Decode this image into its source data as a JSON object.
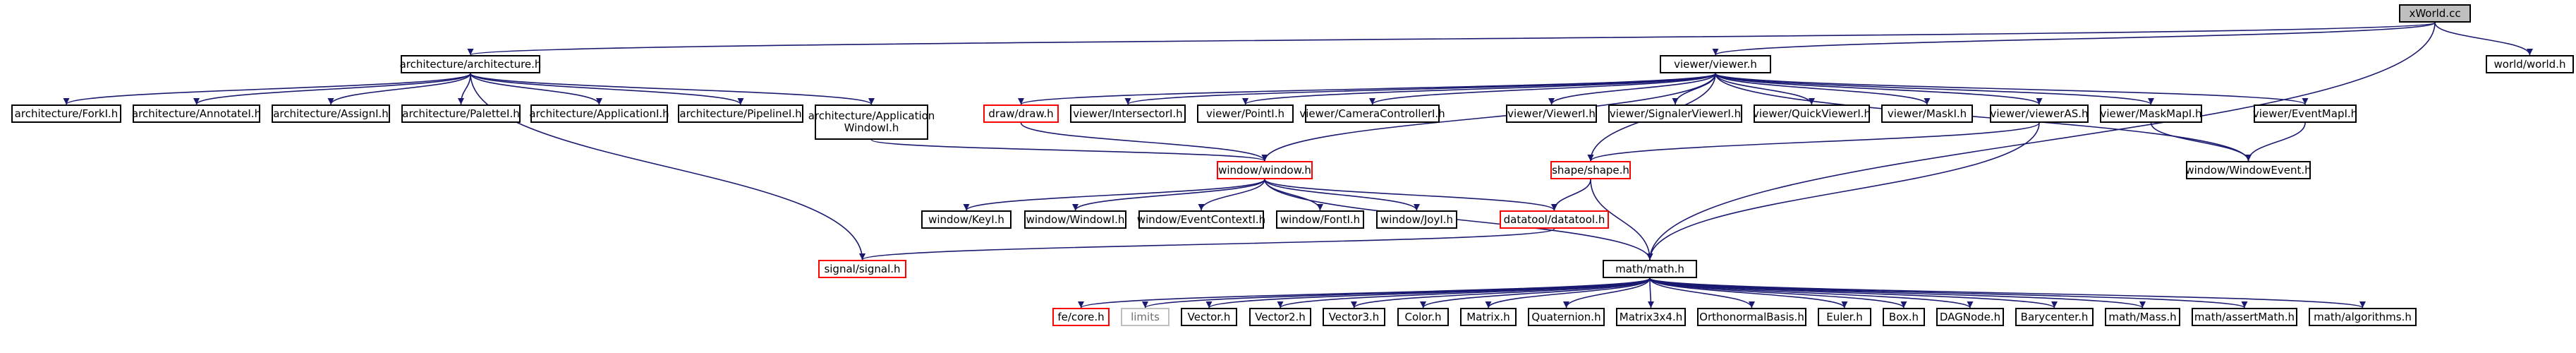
{
  "colors": {
    "edge": "#191970",
    "border": "#000000",
    "incomplete_border": "#ff0000",
    "external_border": "#bfbfbf",
    "root_fill": "#bfbfbf"
  },
  "nodes": [
    {
      "id": "xworld",
      "label": "xWorld.cc",
      "style": "root"
    },
    {
      "id": "architecture",
      "label": "architecture/architecture.h",
      "style": "normal"
    },
    {
      "id": "viewer",
      "label": "viewer/viewer.h",
      "style": "normal"
    },
    {
      "id": "world",
      "label": "world/world.h",
      "style": "normal"
    },
    {
      "id": "forkI",
      "label": "architecture/ForkI.h",
      "style": "normal"
    },
    {
      "id": "annotateI",
      "label": "architecture/AnnotateI.h",
      "style": "normal"
    },
    {
      "id": "assignI",
      "label": "architecture/AssignI.h",
      "style": "normal"
    },
    {
      "id": "paletteI",
      "label": "architecture/PaletteI.h",
      "style": "normal"
    },
    {
      "id": "applicationI",
      "label": "architecture/ApplicationI.h",
      "style": "normal"
    },
    {
      "id": "pipelineI",
      "label": "architecture/PipelineI.h",
      "style": "normal"
    },
    {
      "id": "appWindowI",
      "label": "architecture/Application WindowI.h",
      "style": "normal"
    },
    {
      "id": "draw",
      "label": "draw/draw.h",
      "style": "incomplete"
    },
    {
      "id": "intersectorI",
      "label": "viewer/IntersectorI.h",
      "style": "normal"
    },
    {
      "id": "pointI",
      "label": "viewer/PointI.h",
      "style": "normal"
    },
    {
      "id": "cameraControllerI",
      "label": "viewer/CameraControllerI.h",
      "style": "normal"
    },
    {
      "id": "viewerI",
      "label": "viewer/ViewerI.h",
      "style": "normal"
    },
    {
      "id": "signalerViewerI",
      "label": "viewer/SignalerViewerI.h",
      "style": "normal"
    },
    {
      "id": "quickViewerI",
      "label": "viewer/QuickViewerI.h",
      "style": "normal"
    },
    {
      "id": "maskI",
      "label": "viewer/MaskI.h",
      "style": "normal"
    },
    {
      "id": "viewerAS",
      "label": "viewer/viewerAS.h",
      "style": "normal"
    },
    {
      "id": "maskMapI",
      "label": "viewer/MaskMapI.h",
      "style": "normal"
    },
    {
      "id": "eventMapI",
      "label": "viewer/EventMapI.h",
      "style": "normal"
    },
    {
      "id": "window",
      "label": "window/window.h",
      "style": "incomplete"
    },
    {
      "id": "shape",
      "label": "shape/shape.h",
      "style": "incomplete"
    },
    {
      "id": "windowEvent",
      "label": "window/WindowEvent.h",
      "style": "normal"
    },
    {
      "id": "keyI",
      "label": "window/KeyI.h",
      "style": "normal"
    },
    {
      "id": "windowI",
      "label": "window/WindowI.h",
      "style": "normal"
    },
    {
      "id": "eventContextI",
      "label": "window/EventContextI.h",
      "style": "normal"
    },
    {
      "id": "fontI",
      "label": "window/FontI.h",
      "style": "normal"
    },
    {
      "id": "joyI",
      "label": "window/JoyI.h",
      "style": "normal"
    },
    {
      "id": "datatool",
      "label": "datatool/datatool.h",
      "style": "incomplete"
    },
    {
      "id": "signal",
      "label": "signal/signal.h",
      "style": "incomplete"
    },
    {
      "id": "math",
      "label": "math/math.h",
      "style": "normal"
    },
    {
      "id": "fecore",
      "label": "fe/core.h",
      "style": "incomplete"
    },
    {
      "id": "limits",
      "label": "limits",
      "style": "external"
    },
    {
      "id": "vector",
      "label": "Vector.h",
      "style": "normal"
    },
    {
      "id": "vector2",
      "label": "Vector2.h",
      "style": "normal"
    },
    {
      "id": "vector3",
      "label": "Vector3.h",
      "style": "normal"
    },
    {
      "id": "color",
      "label": "Color.h",
      "style": "normal"
    },
    {
      "id": "matrix",
      "label": "Matrix.h",
      "style": "normal"
    },
    {
      "id": "quaternion",
      "label": "Quaternion.h",
      "style": "normal"
    },
    {
      "id": "matrix3x4",
      "label": "Matrix3x4.h",
      "style": "normal"
    },
    {
      "id": "orthonormal",
      "label": "OrthonormalBasis.h",
      "style": "normal"
    },
    {
      "id": "euler",
      "label": "Euler.h",
      "style": "normal"
    },
    {
      "id": "box",
      "label": "Box.h",
      "style": "normal"
    },
    {
      "id": "dagnode",
      "label": "DAGNode.h",
      "style": "normal"
    },
    {
      "id": "barycenter",
      "label": "Barycenter.h",
      "style": "normal"
    },
    {
      "id": "mass",
      "label": "math/Mass.h",
      "style": "normal"
    },
    {
      "id": "assertMath",
      "label": "math/assertMath.h",
      "style": "normal"
    },
    {
      "id": "algorithms",
      "label": "math/algorithms.h",
      "style": "normal"
    }
  ],
  "edges": [
    [
      "xworld",
      "architecture"
    ],
    [
      "xworld",
      "viewer"
    ],
    [
      "xworld",
      "world"
    ],
    [
      "xworld",
      "math"
    ],
    [
      "architecture",
      "forkI"
    ],
    [
      "architecture",
      "annotateI"
    ],
    [
      "architecture",
      "assignI"
    ],
    [
      "architecture",
      "paletteI"
    ],
    [
      "architecture",
      "applicationI"
    ],
    [
      "architecture",
      "pipelineI"
    ],
    [
      "architecture",
      "appWindowI"
    ],
    [
      "architecture",
      "signal"
    ],
    [
      "viewer",
      "draw"
    ],
    [
      "viewer",
      "intersectorI"
    ],
    [
      "viewer",
      "pointI"
    ],
    [
      "viewer",
      "cameraControllerI"
    ],
    [
      "viewer",
      "viewerI"
    ],
    [
      "viewer",
      "signalerViewerI"
    ],
    [
      "viewer",
      "quickViewerI"
    ],
    [
      "viewer",
      "maskI"
    ],
    [
      "viewer",
      "viewerAS"
    ],
    [
      "viewer",
      "maskMapI"
    ],
    [
      "viewer",
      "eventMapI"
    ],
    [
      "viewer",
      "window"
    ],
    [
      "viewer",
      "shape"
    ],
    [
      "viewer",
      "windowEvent"
    ],
    [
      "appWindowI",
      "window"
    ],
    [
      "draw",
      "window"
    ],
    [
      "viewerAS",
      "shape"
    ],
    [
      "viewerAS",
      "math"
    ],
    [
      "maskMapI",
      "windowEvent"
    ],
    [
      "eventMapI",
      "windowEvent"
    ],
    [
      "window",
      "keyI"
    ],
    [
      "window",
      "windowI"
    ],
    [
      "window",
      "eventContextI"
    ],
    [
      "window",
      "fontI"
    ],
    [
      "window",
      "joyI"
    ],
    [
      "window",
      "datatool"
    ],
    [
      "window",
      "math"
    ],
    [
      "shape",
      "datatool"
    ],
    [
      "shape",
      "math"
    ],
    [
      "datatool",
      "signal"
    ],
    [
      "math",
      "fecore"
    ],
    [
      "math",
      "limits"
    ],
    [
      "math",
      "vector"
    ],
    [
      "math",
      "vector2"
    ],
    [
      "math",
      "vector3"
    ],
    [
      "math",
      "color"
    ],
    [
      "math",
      "matrix"
    ],
    [
      "math",
      "quaternion"
    ],
    [
      "math",
      "matrix3x4"
    ],
    [
      "math",
      "orthonormal"
    ],
    [
      "math",
      "euler"
    ],
    [
      "math",
      "box"
    ],
    [
      "math",
      "dagnode"
    ],
    [
      "math",
      "barycenter"
    ],
    [
      "math",
      "mass"
    ],
    [
      "math",
      "assertMath"
    ],
    [
      "math",
      "algorithms"
    ]
  ]
}
